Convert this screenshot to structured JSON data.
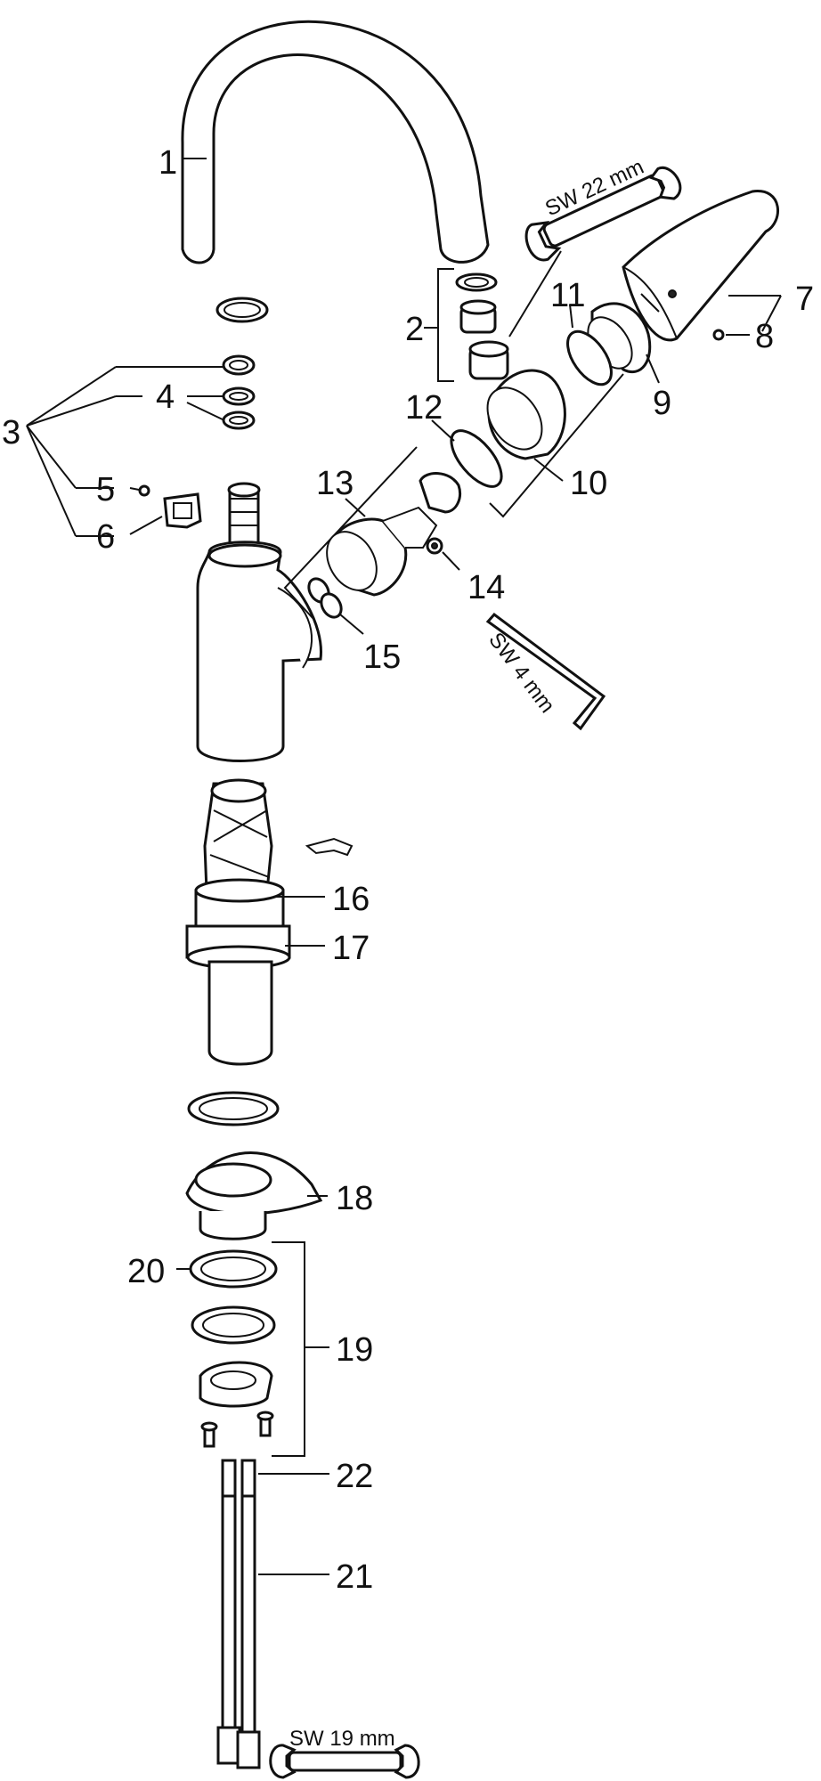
{
  "labels": {
    "p1": "1",
    "p2": "2",
    "p3": "3",
    "p4": "4",
    "p5": "5",
    "p6": "6",
    "p7": "7",
    "p8": "8",
    "p9": "9",
    "p10": "10",
    "p11": "11",
    "p12": "12",
    "p13": "13",
    "p14": "14",
    "p15": "15",
    "p16": "16",
    "p17": "17",
    "p18": "18",
    "p19": "19",
    "p20": "20",
    "p21": "21",
    "p22": "22"
  },
  "tools": {
    "wrench_top": "SW 22 mm",
    "hex_key": "SW 4 mm",
    "wrench_bottom": "SW 19 mm"
  }
}
